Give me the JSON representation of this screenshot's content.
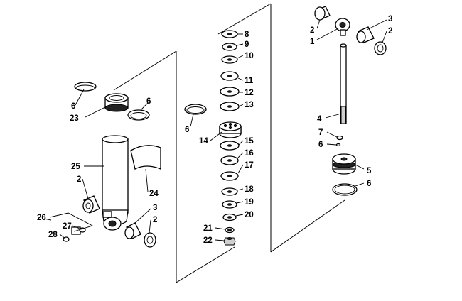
{
  "callouts": {
    "c_left_6a": "6",
    "c_left_23": "23",
    "c_left_6b": "6",
    "c_left_25": "25",
    "c_left_24": "24",
    "c_left_2a": "2",
    "c_left_3": "3",
    "c_left_2b": "2",
    "c_left_26": "26",
    "c_left_27": "27",
    "c_left_28": "28",
    "c_mid_8": "8",
    "c_mid_9": "9",
    "c_mid_10": "10",
    "c_mid_11": "11",
    "c_mid_12": "12",
    "c_mid_13": "13",
    "c_mid_6": "6",
    "c_mid_14": "14",
    "c_mid_15": "15",
    "c_mid_16": "16",
    "c_mid_17": "17",
    "c_mid_18": "18",
    "c_mid_19": "19",
    "c_mid_20": "20",
    "c_mid_21": "21",
    "c_mid_22": "22",
    "c_right_2a": "2",
    "c_right_1": "1",
    "c_right_3": "3",
    "c_right_2b": "2",
    "c_right_4": "4",
    "c_right_7": "7",
    "c_right_6a": "6",
    "c_right_5": "5",
    "c_right_6b": "6"
  }
}
